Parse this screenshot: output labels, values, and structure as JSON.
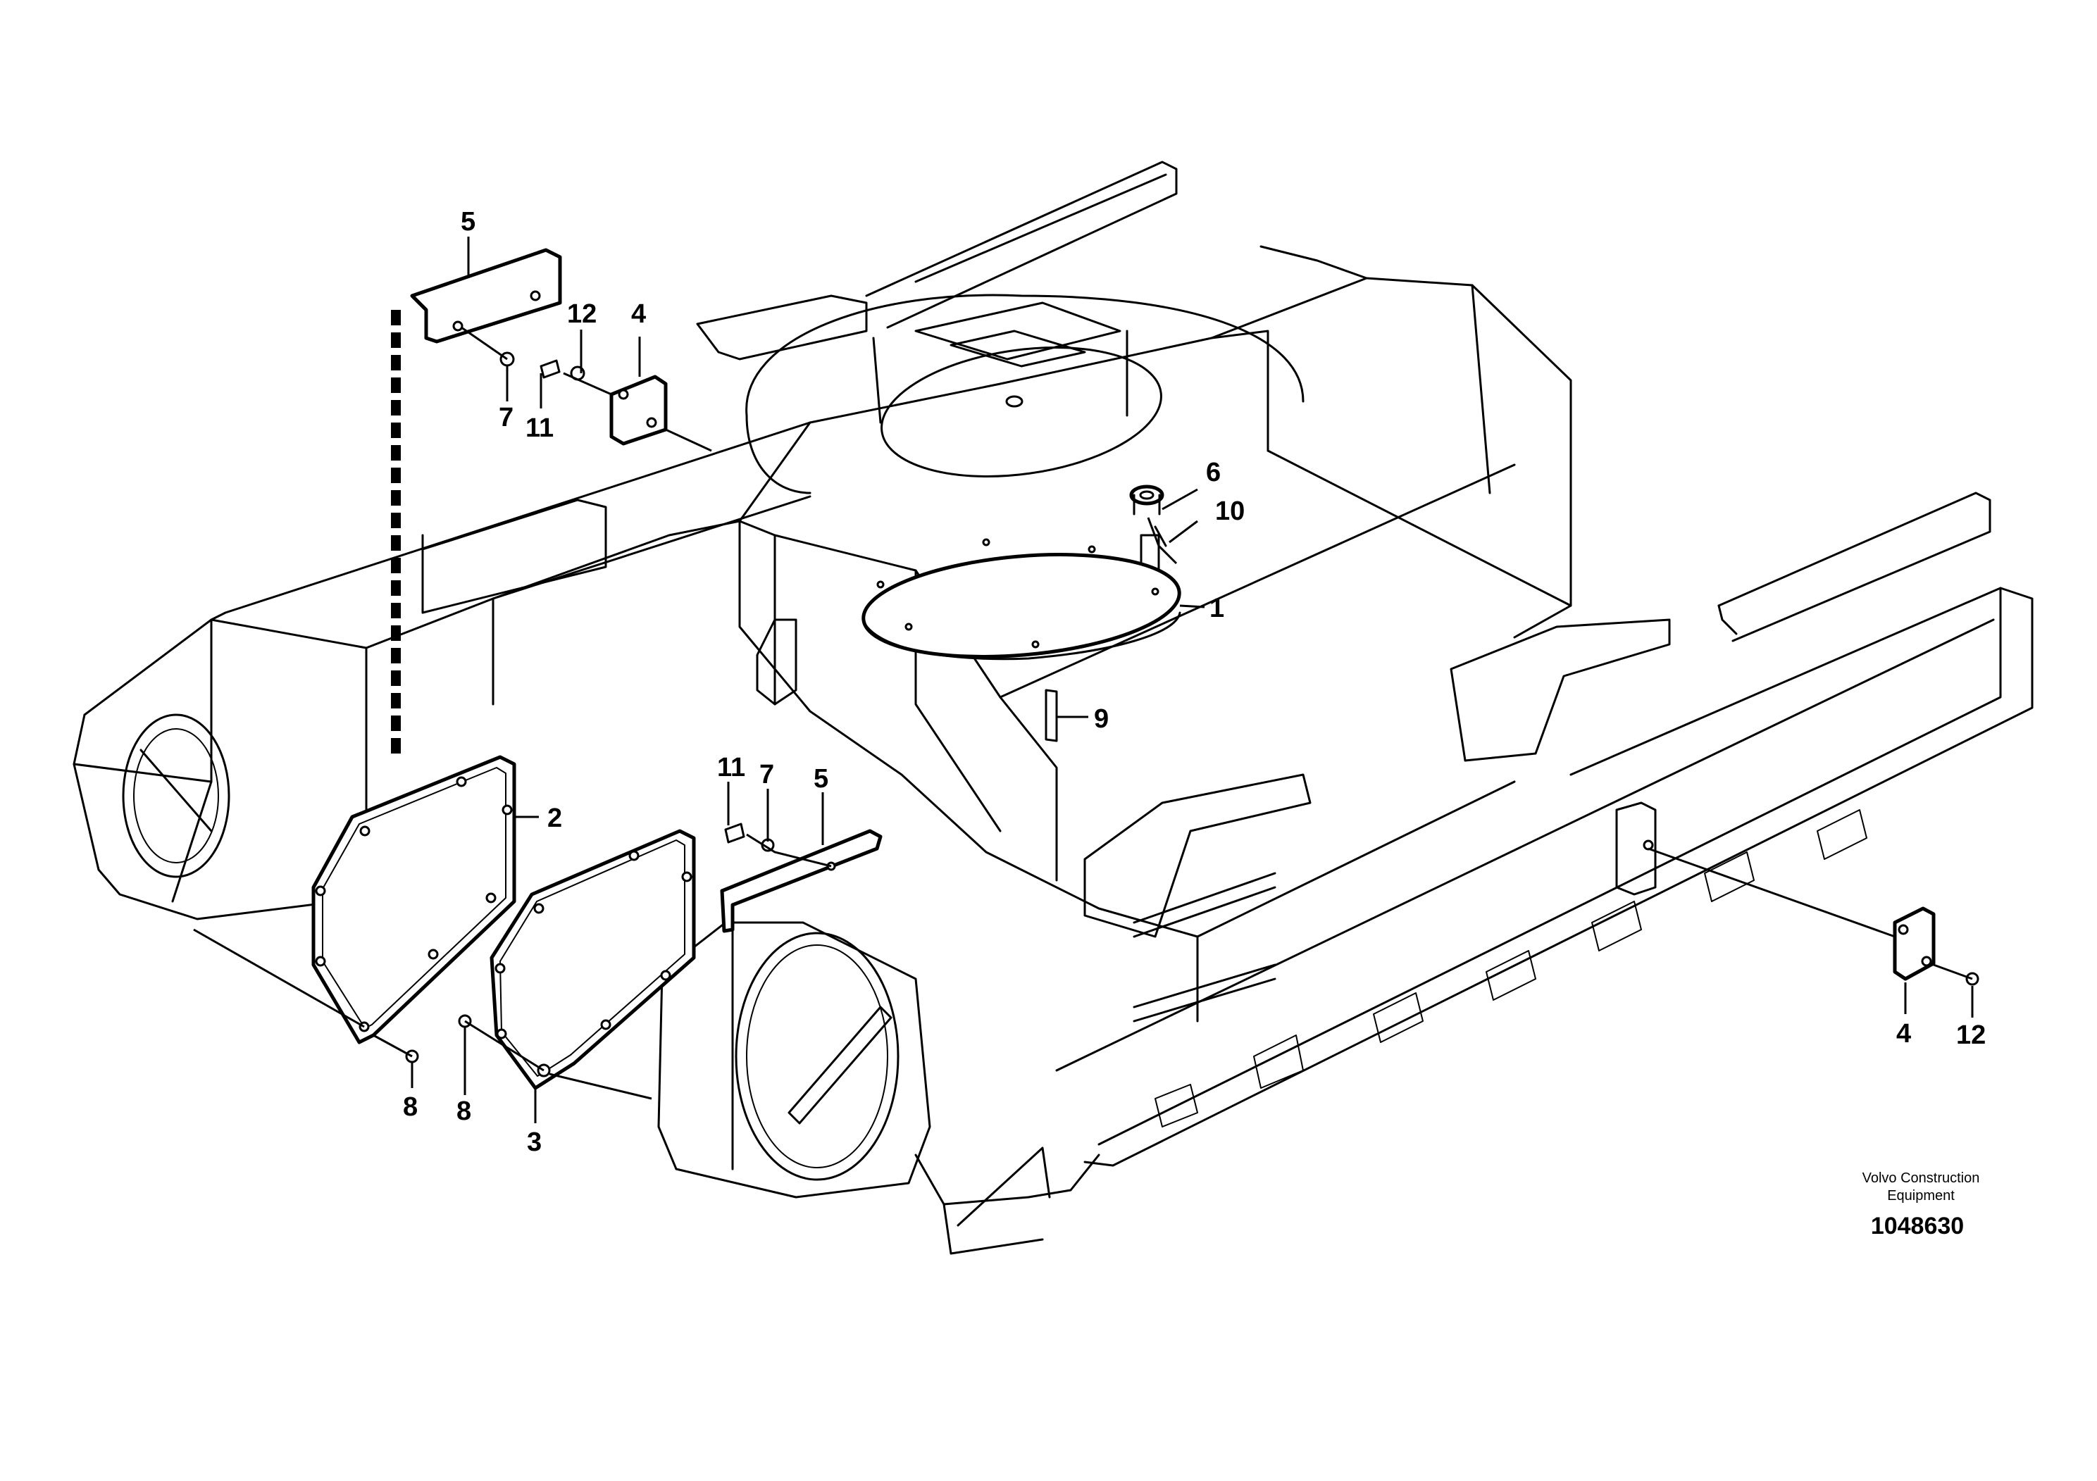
{
  "callouts": [
    {
      "id": "c5a",
      "label": "5"
    },
    {
      "id": "c12a",
      "label": "12"
    },
    {
      "id": "c4a",
      "label": "4"
    },
    {
      "id": "c7a",
      "label": "7"
    },
    {
      "id": "c11a",
      "label": "11"
    },
    {
      "id": "c6",
      "label": "6"
    },
    {
      "id": "c10",
      "label": "10"
    },
    {
      "id": "c1",
      "label": "1"
    },
    {
      "id": "c9",
      "label": "9"
    },
    {
      "id": "c2",
      "label": "2"
    },
    {
      "id": "c11b",
      "label": "11"
    },
    {
      "id": "c7b",
      "label": "7"
    },
    {
      "id": "c5b",
      "label": "5"
    },
    {
      "id": "c8a",
      "label": "8"
    },
    {
      "id": "c8b",
      "label": "8"
    },
    {
      "id": "c3",
      "label": "3"
    },
    {
      "id": "c4b",
      "label": "4"
    },
    {
      "id": "c12b",
      "label": "12"
    }
  ],
  "footer": {
    "company_line1": "Volvo Construction",
    "company_line2": "Equipment",
    "drawing_number": "1048630"
  }
}
